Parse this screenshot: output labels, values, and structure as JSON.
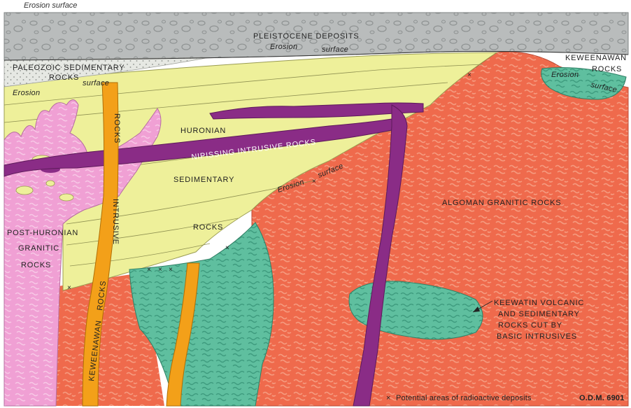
{
  "top_caption": "Erosion surface",
  "labels": {
    "pleistocene": "PLEISTOCENE DEPOSITS",
    "erosion_top": "Erosion",
    "surface_top": "surface",
    "paleozoic_1": "PALEOZOIC SEDIMENTARY",
    "paleozoic_2": "ROCKS",
    "erosion_paleo": "Erosion",
    "surface_paleo": "surface",
    "keweenawan_rocks_1": "KEWEENAWAN",
    "keweenawan_rocks_2": "ROCKS",
    "erosion_kew": "Erosion",
    "surface_kew": "surface",
    "huronian": "HURONIAN",
    "nipissing": "NIPISSING INTRUSIVE ROCKS",
    "sedimentary": "SEDIMENTARY",
    "rocks_huronian": "ROCKS",
    "erosion_mid": "Erosion",
    "surface_mid": "surface",
    "algoman": "ALGOMAN GRANITIC ROCKS",
    "post_huronian_1": "POST-HURONIAN",
    "post_huronian_2": "GRANITIC",
    "post_huronian_3": "ROCKS",
    "dike_rocks": "ROCKS",
    "dike_intrusive": "INTRUSIVE",
    "keweenawan_vertical": "KEWEENAWAN",
    "rocks_vertical": "ROCKS",
    "keewatin_1": "KEEWATIN VOLCANIC",
    "keewatin_2": "AND SEDIMENTARY",
    "keewatin_3": "ROCKS CUT BY",
    "keewatin_4": "BASIC INTRUSIVES",
    "legend_marker": "×",
    "legend": "Potential areas of radioactive deposits",
    "code": "O.D.M. 6901"
  },
  "colors": {
    "pleistocene": "#b9bcbc",
    "paleozoic": "#e3e5e0",
    "huronian": "#eef09a",
    "nipissing": "#8a2c86",
    "algoman": "#ef6a4c",
    "post_huronian": "#f0a0d4",
    "keweenawan": "#f3a019",
    "keewatin": "#5fbf9f"
  }
}
